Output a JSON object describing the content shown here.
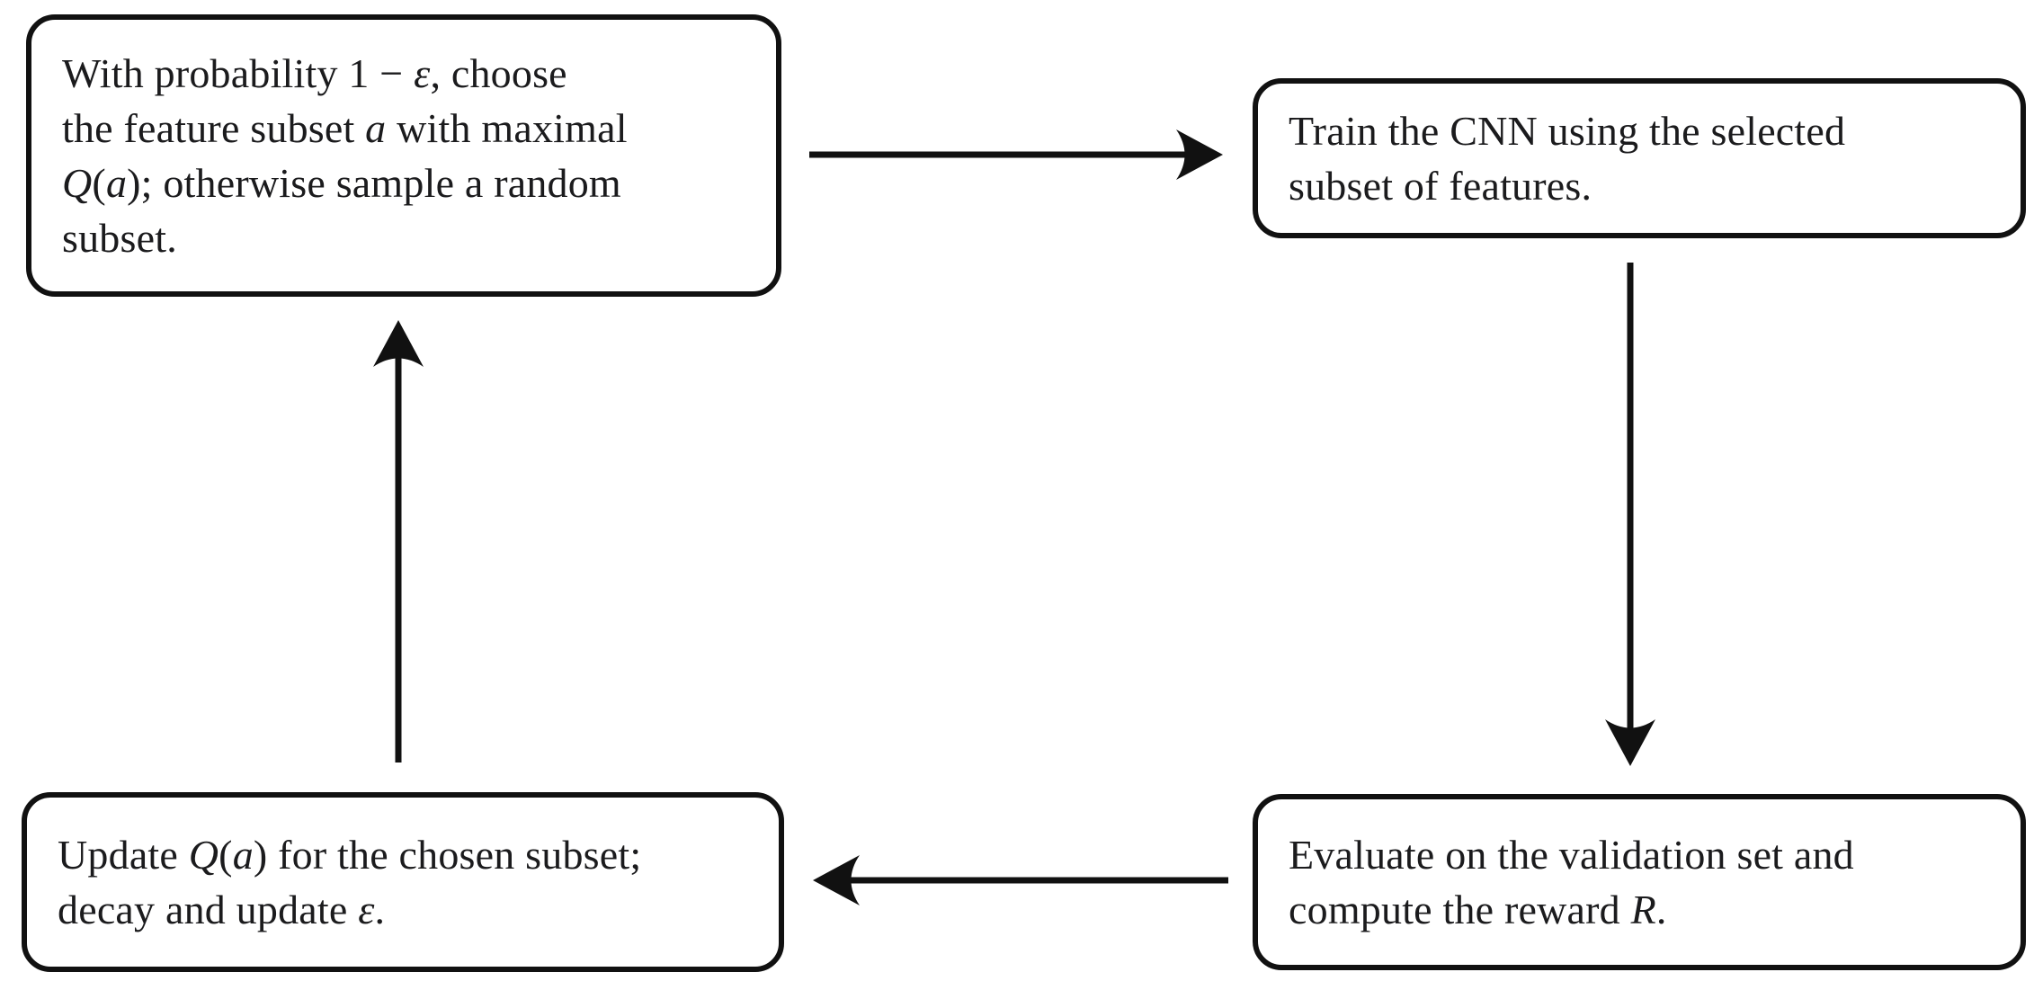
{
  "figure": {
    "type": "flowchart-cycle",
    "description": "Epsilon-greedy reinforcement-learning loop for CNN feature-subset selection",
    "colors": {
      "background": "#ffffff",
      "ink": "#1b1b1d",
      "line": "#111111"
    }
  },
  "nodes": [
    {
      "id": "choose-subset",
      "lines": [
        [
          {
            "t": "With probability 1 − "
          },
          {
            "t": "ε",
            "i": true
          },
          {
            "t": ", choose"
          }
        ],
        [
          {
            "t": "the feature subset "
          },
          {
            "t": "a",
            "i": true
          },
          {
            "t": " with maximal"
          }
        ],
        [
          {
            "t": "Q",
            "i": true
          },
          {
            "t": "("
          },
          {
            "t": "a",
            "i": true
          },
          {
            "t": "); otherwise sample a random"
          }
        ],
        [
          {
            "t": "subset."
          }
        ]
      ]
    },
    {
      "id": "train-cnn",
      "lines": [
        [
          {
            "t": "Train the CNN using the selected"
          }
        ],
        [
          {
            "t": "subset of features."
          }
        ]
      ]
    },
    {
      "id": "evaluate-reward",
      "lines": [
        [
          {
            "t": "Evaluate on the validation set and"
          }
        ],
        [
          {
            "t": "compute the reward "
          },
          {
            "t": "R",
            "i": true
          },
          {
            "t": "."
          }
        ]
      ]
    },
    {
      "id": "update-q",
      "lines": [
        [
          {
            "t": "Update "
          },
          {
            "t": "Q",
            "i": true
          },
          {
            "t": "("
          },
          {
            "t": "a",
            "i": true
          },
          {
            "t": ") for the chosen subset;"
          }
        ],
        [
          {
            "t": "decay and update "
          },
          {
            "t": "ε",
            "i": true
          },
          {
            "t": "."
          }
        ]
      ]
    }
  ],
  "edges": [
    {
      "from": "choose-subset",
      "to": "train-cnn",
      "direction": "right"
    },
    {
      "from": "train-cnn",
      "to": "evaluate-reward",
      "direction": "down"
    },
    {
      "from": "evaluate-reward",
      "to": "update-q",
      "direction": "left"
    },
    {
      "from": "update-q",
      "to": "choose-subset",
      "direction": "up"
    }
  ]
}
